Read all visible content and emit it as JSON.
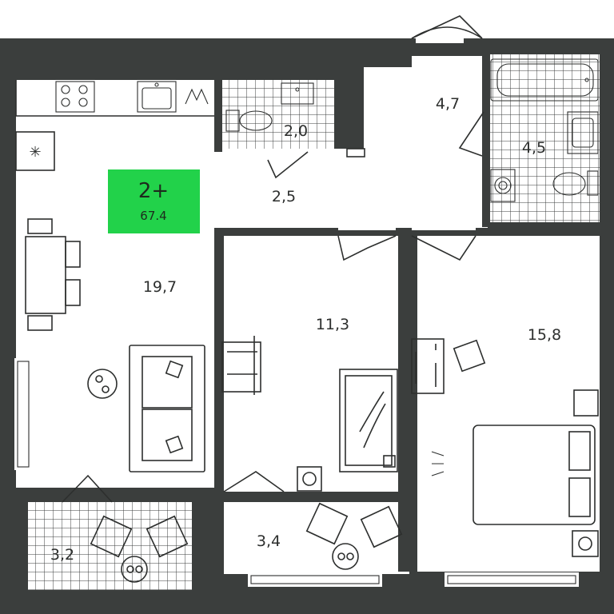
{
  "badge": {
    "rooms": "2+",
    "area": "67.4",
    "color": "#22d24a"
  },
  "rooms": {
    "living_kitchen": "19,7",
    "bathroom_small": "2,0",
    "hall": "2,5",
    "entrance": "4,7",
    "bathroom": "4,5",
    "bedroom_middle": "11,3",
    "bedroom_right": "15,8",
    "loggia_left": "3,2",
    "loggia_middle": "3,4"
  },
  "colors": {
    "wall": "#3b3e3d",
    "line": "#2d2f2e",
    "background": "#ffffff"
  }
}
